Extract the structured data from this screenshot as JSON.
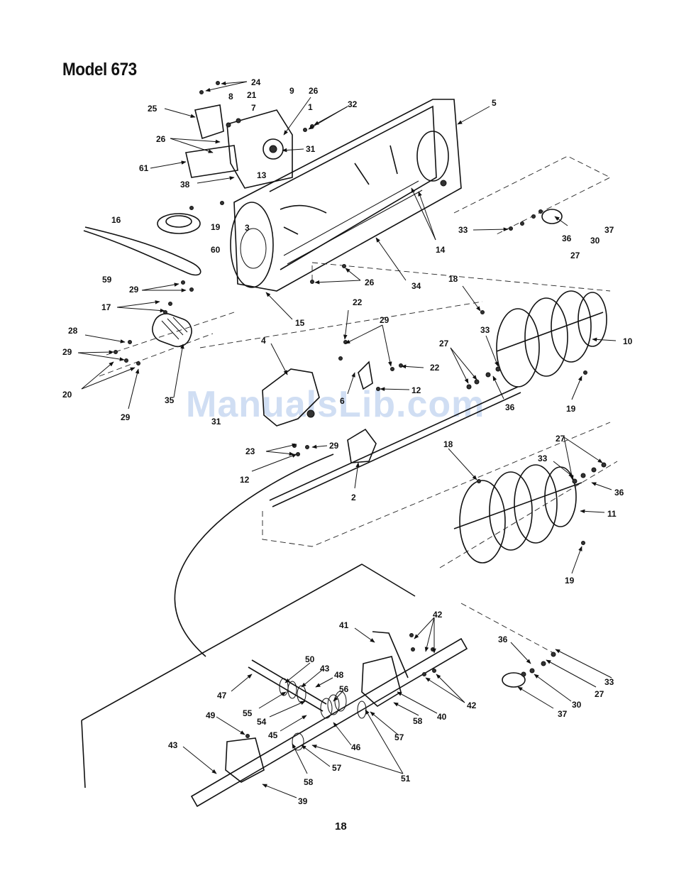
{
  "page": {
    "title": "Model 673",
    "page_number": "18",
    "watermark": "ManualsLib.com"
  },
  "callouts": [
    "24",
    "26",
    "8",
    "21",
    "25",
    "7",
    "9",
    "1",
    "32",
    "5",
    "26",
    "31",
    "61",
    "13",
    "38",
    "3",
    "19",
    "16",
    "60",
    "59",
    "14",
    "33",
    "37",
    "36",
    "30",
    "27",
    "29",
    "26",
    "34",
    "17",
    "15",
    "18",
    "10",
    "22",
    "29",
    "28",
    "33",
    "27",
    "29",
    "4",
    "22",
    "6",
    "12",
    "20",
    "35",
    "36",
    "19",
    "29",
    "31",
    "23",
    "29",
    "12",
    "2",
    "18",
    "27",
    "33",
    "36",
    "11",
    "19",
    "41",
    "42",
    "36",
    "33",
    "27",
    "50",
    "43",
    "47",
    "48",
    "56",
    "55",
    "54",
    "42",
    "30",
    "37",
    "49",
    "45",
    "46",
    "40",
    "58",
    "57",
    "43",
    "57",
    "58",
    "51",
    "39"
  ]
}
